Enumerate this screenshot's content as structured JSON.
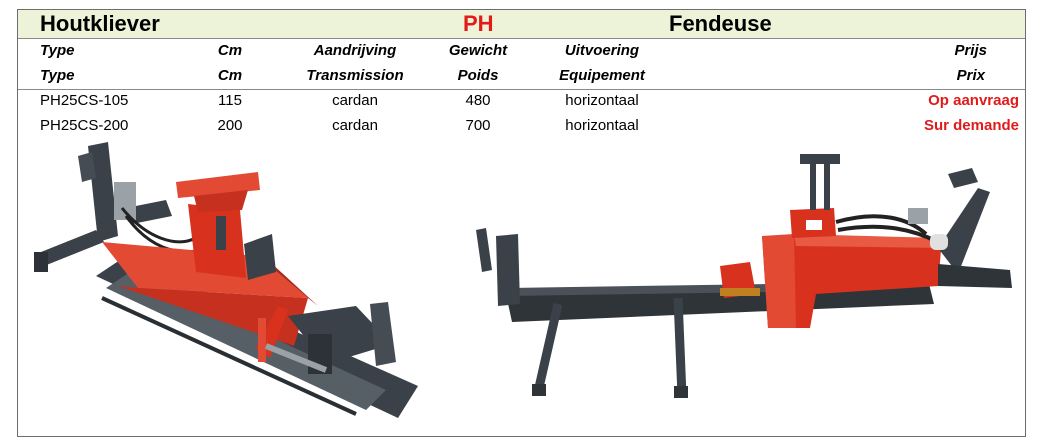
{
  "title": {
    "left": "Houtkliever",
    "middle": "PH",
    "right": "Fendeuse"
  },
  "table": {
    "header_nl": [
      "Type",
      "Cm",
      "Aandrijving",
      "Gewicht",
      "Uitvoering",
      "Prijs"
    ],
    "header_fr": [
      "Type",
      "Cm",
      "Transmission",
      "Poids",
      "Equipement",
      "Prix"
    ],
    "rows": [
      {
        "type": "PH25CS-105",
        "cm": "115",
        "drive": "cardan",
        "weight": "480",
        "execution": "horizontaal",
        "price": "Op aanvraag"
      },
      {
        "type": "PH25CS-200",
        "cm": "200",
        "drive": "cardan",
        "weight": "700",
        "execution": "horizontaal",
        "price": "Sur demande"
      }
    ]
  },
  "colors": {
    "title_background": "#ecf3d8",
    "accent_red": "#e21a1a",
    "machine_red": "#d8321f",
    "machine_dark": "#3b4148"
  }
}
